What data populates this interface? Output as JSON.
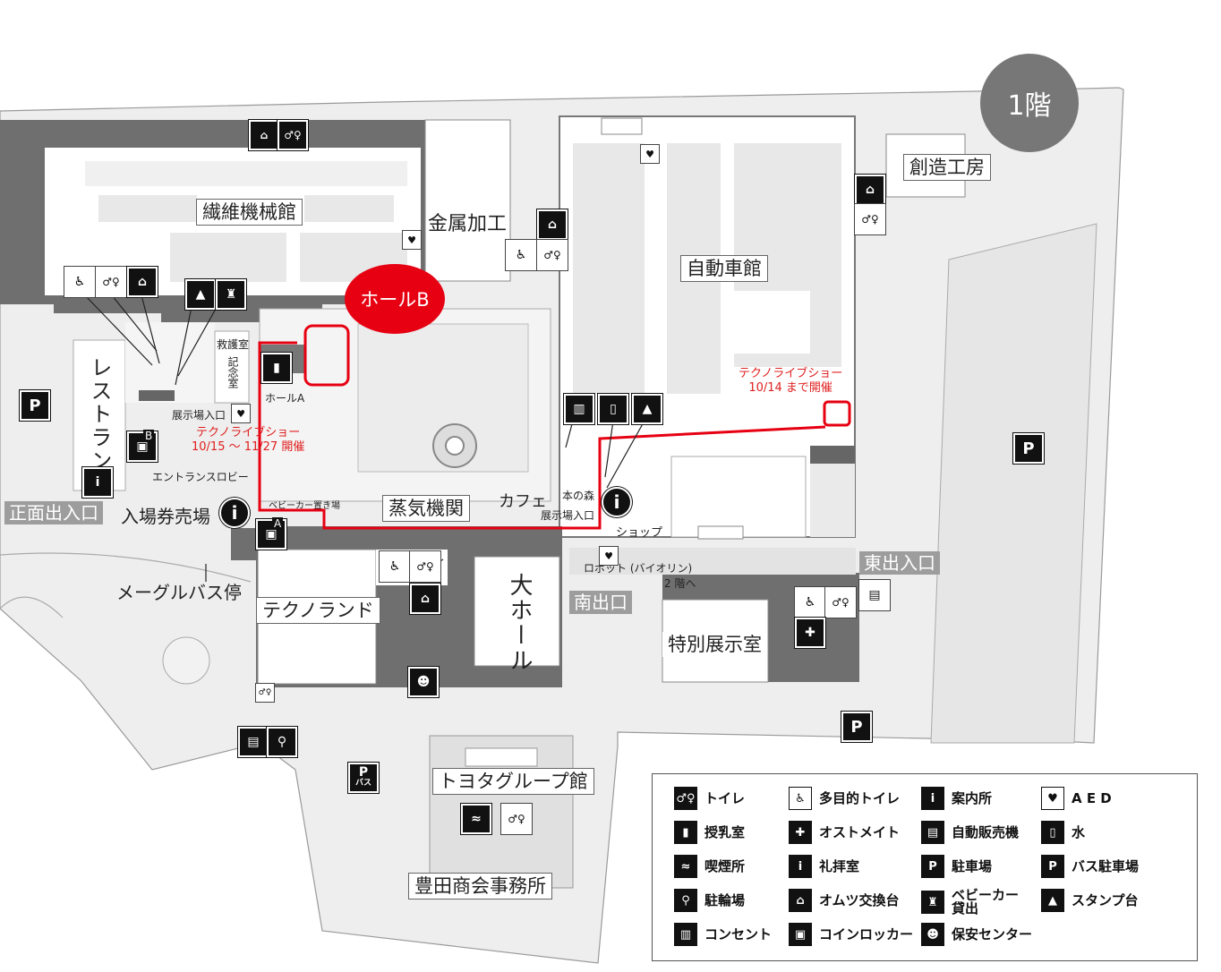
{
  "floor": "1階",
  "hall_b": "ホールB",
  "buildings": {
    "textile": "繊維機械館",
    "metal": "金属加工",
    "auto": "自動車館",
    "workshop": "創造工房",
    "restaurant": "レストラン",
    "steam": "蒸気機関",
    "techno": "テクノランド",
    "daihall": "大ホール",
    "special": "特別展示室",
    "group": "トヨタグループ館",
    "office": "豊田商会事務所"
  },
  "entrances": {
    "front": "正面出入口",
    "east": "東出入口",
    "south": "南出口"
  },
  "labels": {
    "ticket": "入場券売場",
    "bus_stop": "メーグルバス停",
    "entrance_lobby": "エントランスロビー",
    "exhibit_entrance_left": "展示場入口",
    "exhibit_entrance_right": "展示場入口",
    "cafe": "カフェ",
    "book_forest": "本の森",
    "shop": "ショップ",
    "hall_a": "ホールA",
    "first_aid": "救護室",
    "memorial": "記念室",
    "stroller": "ベビーカー置き場",
    "robot": "ロボット (バイオリン)",
    "to_2f": "2 階へ",
    "locker_b": "B",
    "locker_a": "A"
  },
  "events": {
    "show1_title": "テクノライブショー",
    "show1_dates": "10/15 ～ 11/27 開催",
    "show2_title": "テクノライブショー",
    "show2_dates": "10/14 まで開催"
  },
  "legend": [
    {
      "icon": "toilet-icon",
      "glyph": "♂♀",
      "label": "トイレ"
    },
    {
      "icon": "accessible-toilet-icon",
      "glyph": "♿",
      "label": "多目的トイレ"
    },
    {
      "icon": "info-icon",
      "glyph": "i",
      "label": "案内所"
    },
    {
      "icon": "aed-icon",
      "glyph": "♥",
      "label": "A E D"
    },
    {
      "icon": "nursing-room-icon",
      "glyph": "▮",
      "label": "授乳室"
    },
    {
      "icon": "ostomate-icon",
      "glyph": "✚",
      "label": "オストメイト"
    },
    {
      "icon": "vending-machine-icon",
      "glyph": "▤",
      "label": "自動販売機"
    },
    {
      "icon": "water-icon",
      "glyph": "▯",
      "label": "水"
    },
    {
      "icon": "smoking-icon",
      "glyph": "≈",
      "label": "喫煙所"
    },
    {
      "icon": "prayer-room-icon",
      "glyph": "i",
      "label": "礼拝室"
    },
    {
      "icon": "parking-icon",
      "glyph": "P",
      "label": "駐車場"
    },
    {
      "icon": "bus-parking-icon",
      "glyph": "P",
      "label": "バス駐車場"
    },
    {
      "icon": "bicycle-icon",
      "glyph": "⚲",
      "label": "駐輪場"
    },
    {
      "icon": "diaper-icon",
      "glyph": "⌂",
      "label": "オムツ交換台"
    },
    {
      "icon": "stroller-icon",
      "glyph": "♜",
      "label": "ベビーカー\n貸出"
    },
    {
      "icon": "stamp-icon",
      "glyph": "▲",
      "label": "スタンプ台"
    },
    {
      "icon": "outlet-icon",
      "glyph": "▥",
      "label": "コンセント"
    },
    {
      "icon": "locker-icon",
      "glyph": "▣",
      "label": "コインロッカー"
    },
    {
      "icon": "security-icon",
      "glyph": "☻",
      "label": "保安センター"
    }
  ],
  "legend_bus_sub": "バス",
  "parking": "P",
  "info": "i"
}
